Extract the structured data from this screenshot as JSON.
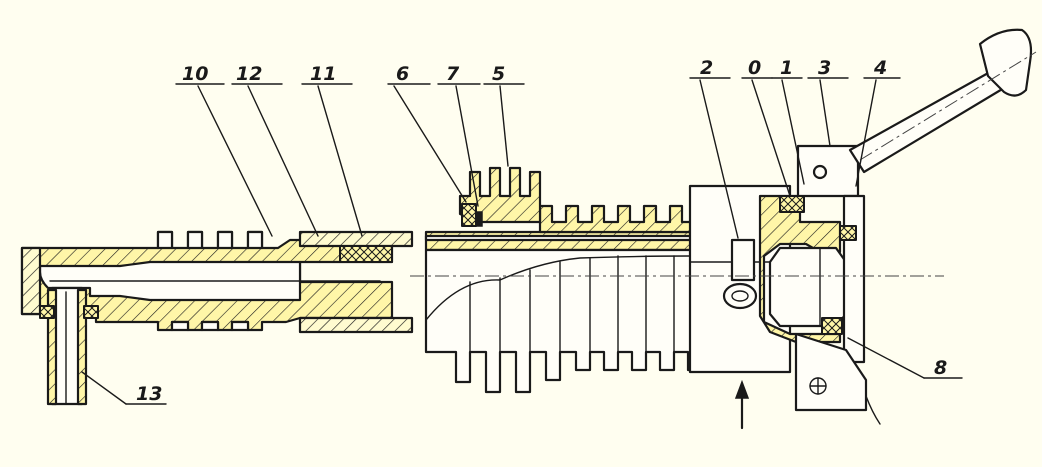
{
  "callouts": [
    {
      "id": "10",
      "text": "10"
    },
    {
      "id": "12",
      "text": "12"
    },
    {
      "id": "11",
      "text": "11"
    },
    {
      "id": "6",
      "text": "6"
    },
    {
      "id": "7",
      "text": "7"
    },
    {
      "id": "5",
      "text": "5"
    },
    {
      "id": "2",
      "text": "2"
    },
    {
      "id": "0",
      "text": "0"
    },
    {
      "id": "1",
      "text": "1"
    },
    {
      "id": "3",
      "text": "3"
    },
    {
      "id": "4",
      "text": "4"
    },
    {
      "id": "8",
      "text": "8"
    },
    {
      "id": "13",
      "text": "13"
    }
  ],
  "colors": {
    "paper": "#fffef0",
    "ink": "#1a1a1a",
    "hatch_fill": "#fff6a8"
  }
}
